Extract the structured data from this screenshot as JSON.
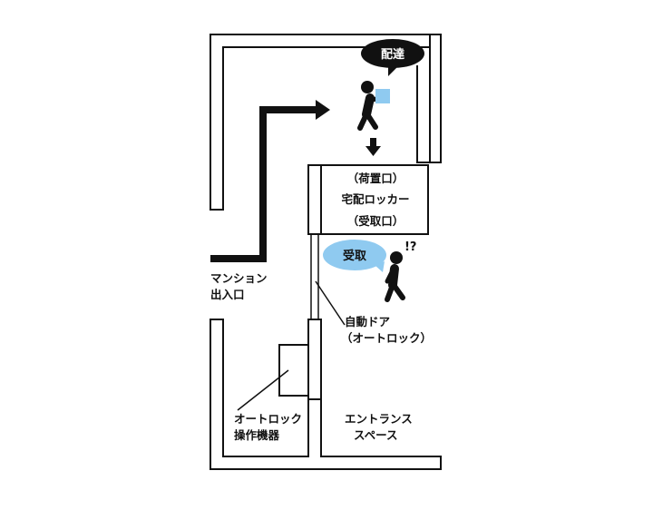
{
  "colors": {
    "ink": "#111111",
    "bubble_dark": "#111111",
    "bubble_blue": "#8fcaf0",
    "package_blue": "#8fcaf0",
    "background": "#ffffff"
  },
  "speech_bubbles": {
    "delivery": "配達",
    "pickup": "受取"
  },
  "locker": {
    "top": "（荷置口）",
    "middle": "宅配ロッカー",
    "bottom": "（受取口）"
  },
  "labels": {
    "entrance_line1": "マンション",
    "entrance_line2": "出入口",
    "auto_door_line1": "自動ドア",
    "auto_door_line2": "（オートロック）",
    "panel_line1": "オートロック",
    "panel_line2": "操作機器",
    "space_line1": "エントランス",
    "space_line2": "スペース"
  },
  "exclaim": "!?",
  "icons": [
    "delivery-person-icon",
    "package-icon",
    "resident-person-icon",
    "arrow-down-icon",
    "route-arrow-icon"
  ]
}
